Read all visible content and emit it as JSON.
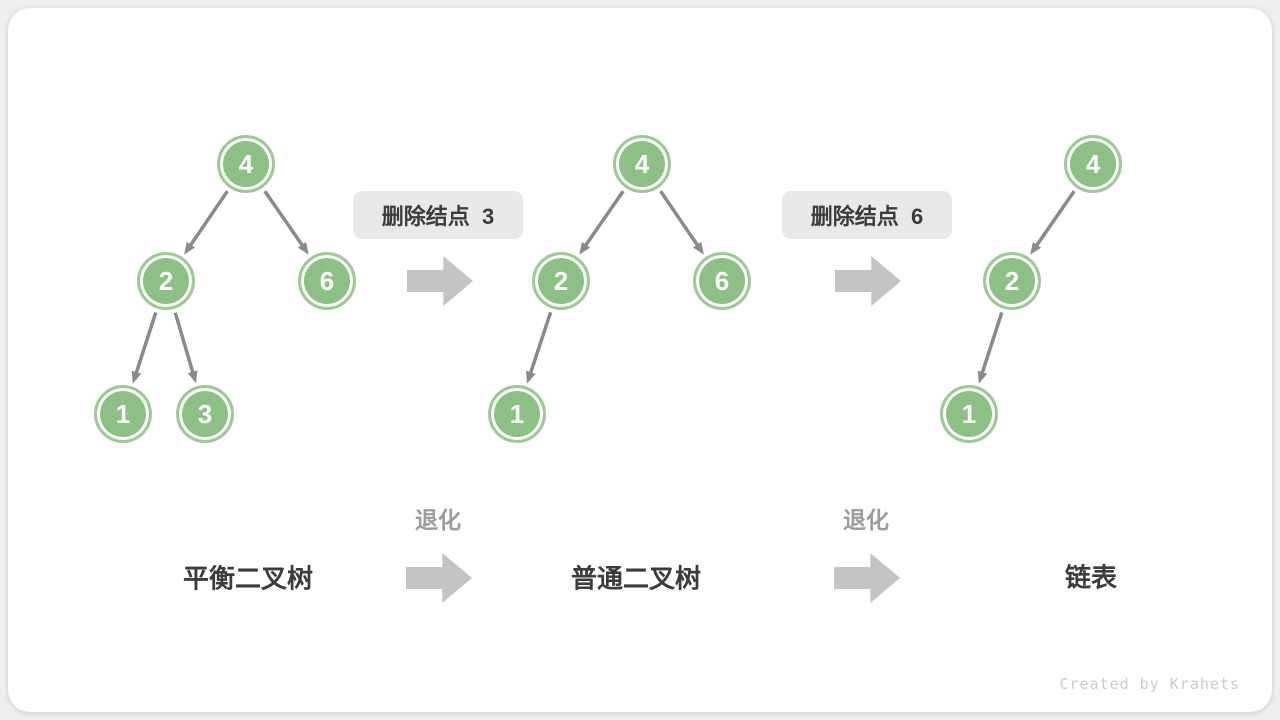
{
  "diagram": {
    "title_hint": "binary search tree degradation on node removal",
    "trees": [
      {
        "name": "平衡二叉树",
        "nodes": [
          {
            "value": "4"
          },
          {
            "value": "2"
          },
          {
            "value": "6"
          },
          {
            "value": "1"
          },
          {
            "value": "3"
          }
        ]
      },
      {
        "name": "普通二叉树",
        "nodes": [
          {
            "value": "4"
          },
          {
            "value": "2"
          },
          {
            "value": "6"
          },
          {
            "value": "1"
          }
        ]
      },
      {
        "name": "链表",
        "nodes": [
          {
            "value": "4"
          },
          {
            "value": "2"
          },
          {
            "value": "1"
          }
        ]
      }
    ],
    "operations": [
      {
        "label": "删除结点  3"
      },
      {
        "label": "删除结点  6"
      }
    ],
    "degrade_label": "退化",
    "colors": {
      "node_fill": "#8cc084",
      "node_ring": "#9fca97",
      "edge": "#8a8a8a",
      "block_arrow": "#c4c4c4",
      "label_box_bg": "#e9e9e9",
      "text_dark": "#3c3c3c",
      "text_gray": "#9c9c9c",
      "watermark": "#cbcbcb"
    }
  },
  "footer": {
    "watermark": "Created by Krahets"
  }
}
